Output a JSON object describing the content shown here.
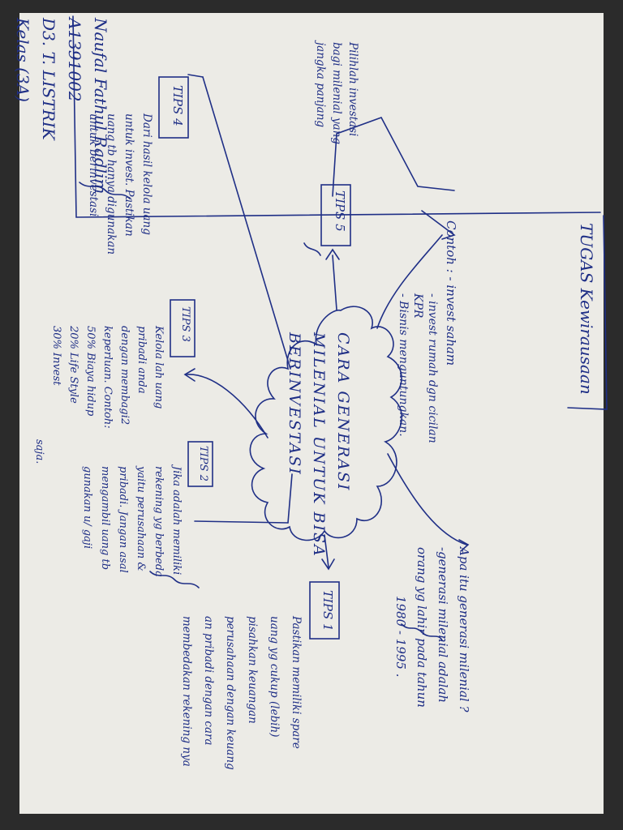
{
  "colors": {
    "paper": "#ecebe6",
    "ink": "#1f2f86",
    "background": "#2b2b2b"
  },
  "header": {
    "name": "Naufal Fathul Radlim",
    "id": "A1391002",
    "program": "D3. T. LISTRIK",
    "class": "Kelas (3A)"
  },
  "assignment": {
    "title": "TUGAS Kewirausaan"
  },
  "center": {
    "line1": "CARA GENERASI",
    "line2": "MILENIAL UNTUK BISA",
    "line3": "BERINVESTASI"
  },
  "contoh": {
    "label": "Contoh : - invest saham",
    "item2": "- invest rumah dgn cicilan",
    "item2b": "KPR",
    "item3": "- Bisnis menguntungkan."
  },
  "apa": {
    "question": "Apa itu generasi milenial ?",
    "answer1": "-generasi milenial adalah",
    "answer2": "orang yg lahir pada tahun",
    "answer3": "1980 - 1995 ."
  },
  "tips1": {
    "label": "TIPS 1",
    "line1": "Pastikan memiliki spare",
    "line2": "uang yg cukup (lebih)",
    "line3": "pisahkan keuangan",
    "line4": "perusahaan dengan keuang",
    "line5": "an pribadi dengan cara",
    "line6": "membedakan rekening nya"
  },
  "tips2": {
    "label": "TIPS 2",
    "line1": "Jika adalah memiliki",
    "line2": "rekening yg berbeda",
    "line3": "yaitu perusahaan &",
    "line4": "pribadi. Jangan asal",
    "line5": "mengambil uang tb",
    "line6": "gunakan u/ gaji"
  },
  "tips3": {
    "label": "TIPS 3",
    "line1": "Kelola lah uang",
    "line2": "pribadi anda",
    "line3": "dengan membagi2",
    "line4": "keperluan. Contoh:",
    "line5": "50% Biaya hidup",
    "line6": "20% Life Style",
    "line7": "30% Invest",
    "line8": "saja."
  },
  "tips4": {
    "label": "TIPS 4",
    "line1": "Dari hasil kelola uang",
    "line2": "untuk invest. Pastikan",
    "line3": "uang tb hanya digunakan",
    "line4": "untuk berinvestasi"
  },
  "tips5": {
    "label": "TIPS 5",
    "line1": "Pilihlah investasi",
    "line2": "bagi milenial yang",
    "line3": "jangka panjang"
  }
}
